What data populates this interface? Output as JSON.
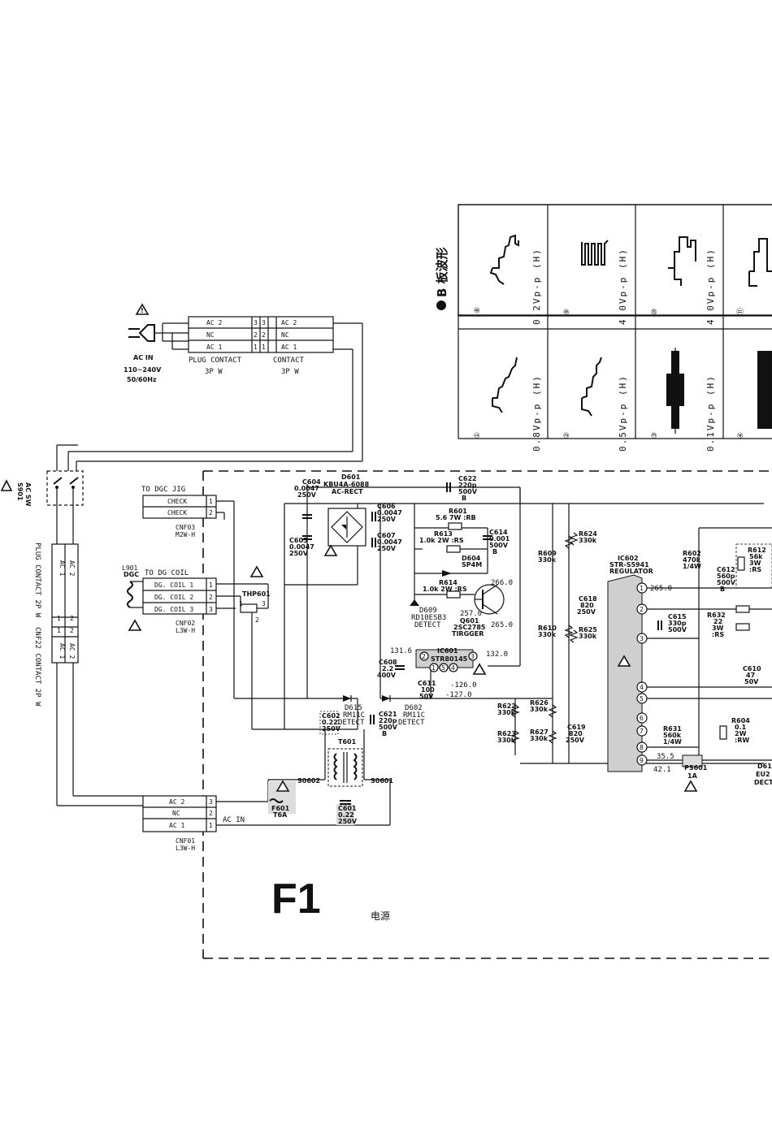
{
  "waveform_panel": {
    "title": "B 板波形",
    "cells": [
      {
        "num": "⑧",
        "amp": "0.2Vp-p (H)"
      },
      {
        "num": "⑨",
        "amp": "4.0Vp-p (H)"
      },
      {
        "num": "⑩",
        "amp": "4.0Vp-p (H)"
      },
      {
        "num": "⑪",
        "amp": ""
      },
      {
        "num": "①",
        "amp": "0.8Vp-p (H)"
      },
      {
        "num": "②",
        "amp": "0.5Vp-p (H)"
      },
      {
        "num": "③",
        "amp": "0.1Vp-p (H)"
      },
      {
        "num": "④",
        "amp": ""
      }
    ]
  },
  "ac_input": {
    "label": "AC IN",
    "voltage": "110~240V",
    "freq": "50/60Hz",
    "plug_contact": "PLUG CONTACT",
    "plug_contact_pins": "3P W",
    "contact": "CONTACT",
    "contact_pins": "3P W",
    "rows": [
      {
        "name": "AC 2",
        "pin": "3"
      },
      {
        "name": "NC",
        "pin": "2"
      },
      {
        "name": "AC 1",
        "pin": "1"
      }
    ]
  },
  "ac_switch": {
    "ref": "S901",
    "label": "AC SW"
  },
  "left_connector": {
    "plug_label": "PLUG CONTACT 2P W",
    "cnf_label": "CNF22 CONTACT 2P W",
    "rows": [
      {
        "name": "AC 2",
        "pin": "2"
      },
      {
        "name": "AC 1",
        "pin": "1"
      }
    ]
  },
  "connectors": {
    "dgc_jig": {
      "title": "TO DGC JIG",
      "rows": [
        {
          "name": "CHECK",
          "pin": "1"
        },
        {
          "name": "CHECK",
          "pin": "2"
        }
      ],
      "ref": "CNF03",
      "type": "M2W-H"
    },
    "dg_coil": {
      "title": "TO DG COIL",
      "rows": [
        {
          "name": "DG. COIL 1",
          "pin": "1"
        },
        {
          "name": "DG. COIL 2",
          "pin": "2"
        },
        {
          "name": "DG. COIL 3",
          "pin": "3"
        }
      ],
      "ref": "CNF02",
      "type": "L3W-H",
      "coil_ref": "L901",
      "coil_label": "DGC"
    },
    "ac_in": {
      "title": "AC IN",
      "rows": [
        {
          "name": "AC 2",
          "pin": "3"
        },
        {
          "name": "NC",
          "pin": "2"
        },
        {
          "name": "AC 1",
          "pin": "1"
        }
      ],
      "ref": "CNF01",
      "type": "L3W-H"
    }
  },
  "components": {
    "d601": {
      "ref": "D601",
      "part": "KBU4A-6088",
      "desc": "AC-RECT"
    },
    "c604": {
      "ref": "C604",
      "v1": "0.0047",
      "v2": "250V"
    },
    "c605": {
      "ref": "C605",
      "v1": "0.0047",
      "v2": "250V"
    },
    "c606": {
      "ref": "C606",
      "v1": "0.0047",
      "v2": "250V"
    },
    "c607": {
      "ref": "C607",
      "v1": "0.0047",
      "v2": "250V"
    },
    "c622": {
      "ref": "C622",
      "v1": "220p",
      "v2": "500V",
      "v3": "B"
    },
    "r601": {
      "ref": "R601",
      "value": "5.6 7W :RB"
    },
    "r613": {
      "ref": "R613",
      "value": "1.0k 2W :RS"
    },
    "c614": {
      "ref": "C614",
      "v1": "0.001",
      "v2": "500V",
      "v3": "B"
    },
    "d604": {
      "ref": "D604",
      "part": "SP4M"
    },
    "r614": {
      "ref": "R614",
      "value": "1.0k 2W :RS"
    },
    "d609": {
      "ref": "D609",
      "part": "RD10ESB3",
      "desc": "DETECT"
    },
    "q601": {
      "ref": "Q601",
      "part": "2SC2785",
      "desc": "TIRGGER"
    },
    "ic601": {
      "ref": "IC601",
      "part": "STR80145"
    },
    "c608": {
      "ref": "C608",
      "v1": "2.2",
      "v2": "400V"
    },
    "c611": {
      "ref": "C611",
      "v1": "100",
      "v2": "50V"
    },
    "d615": {
      "ref": "D615",
      "part": "RM11C",
      "desc": "DETECT"
    },
    "d602": {
      "ref": "D602",
      "part": "RM11C",
      "desc": "DETECT"
    },
    "c602": {
      "ref": "C602",
      "v1": "0.22",
      "v2": "250V"
    },
    "c621": {
      "ref": "C621",
      "v1": "220p",
      "v2": "500V",
      "v3": "B"
    },
    "t601": {
      "ref": "T601"
    },
    "thp601": {
      "ref": "THP601"
    },
    "s0602": {
      "ref": "S0602"
    },
    "s0601": {
      "ref": "S0601"
    },
    "f601": {
      "ref": "F601",
      "value": "T6A"
    },
    "c601": {
      "ref": "C601",
      "v1": "0.22",
      "v2": "250V"
    },
    "r609": {
      "ref": "R609",
      "value": "330k"
    },
    "r610": {
      "ref": "R610",
      "value": "330k"
    },
    "r624": {
      "ref": "R624",
      "value": "330k"
    },
    "r625": {
      "ref": "R625",
      "value": "330k"
    },
    "c618": {
      "ref": "C618",
      "v1": "820",
      "v2": "250V"
    },
    "r622": {
      "ref": "R622",
      "value": "330k"
    },
    "r623": {
      "ref": "R623",
      "value": "330k"
    },
    "r626": {
      "ref": "R626",
      "value": "330k"
    },
    "r627": {
      "ref": "R627",
      "value": "330k"
    },
    "c619": {
      "ref": "C619",
      "v1": "820",
      "v2": "250V"
    },
    "ic602": {
      "ref": "IC602",
      "part": "STR-S5941",
      "desc": "REGULATOR"
    },
    "r602": {
      "ref": "R602",
      "value": "470k",
      "power": "1/4W"
    },
    "c612": {
      "ref": "C612",
      "v1": "560p",
      "v2": "500V",
      "v3": "B"
    },
    "r612": {
      "ref": "R612",
      "value": "56k",
      "power": "3W",
      "type": ":RS"
    },
    "c615": {
      "ref": "C615",
      "v1": "330p",
      "v2": "500V"
    },
    "r632": {
      "ref": "R632",
      "value": "22",
      "power": "3W",
      "type": ":RS"
    },
    "c610": {
      "ref": "C610",
      "v1": "47",
      "v2": "50V"
    },
    "r631": {
      "ref": "R631",
      "value": "560k",
      "power": "1/4W"
    },
    "r604": {
      "ref": "R604",
      "value": "0.1",
      "power": "2W",
      "type": ":RW"
    },
    "ps601": {
      "ref": "PS601",
      "value": "1A"
    },
    "d61x": {
      "ref": "D61",
      "part": "EU2",
      "desc": "DECT"
    }
  },
  "voltages": {
    "v266": "266.0",
    "v257": "257.0",
    "v265a": "265.0",
    "v131": "131.6",
    "v132": "132.0",
    "v126": "-126.0",
    "v127": "-127.0",
    "v265b": "265.0",
    "v355": "35.5",
    "v421": "42.1"
  },
  "block": {
    "label": "F1",
    "name": "电源"
  }
}
